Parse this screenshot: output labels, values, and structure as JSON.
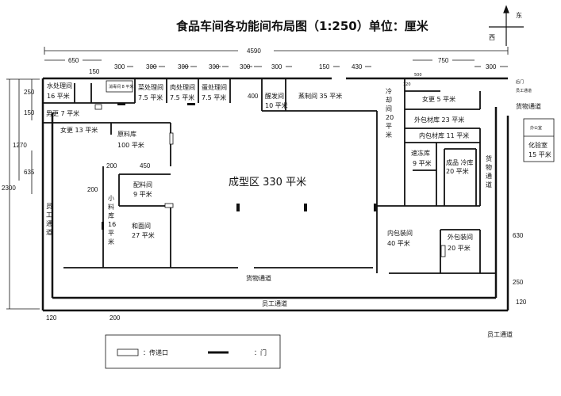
{
  "title": "食品车间各功能间布局图（1:250）单位：厘米",
  "compass": {
    "east": "东",
    "west": "西"
  },
  "dimensions": {
    "total_width": "4590",
    "top_650": "650",
    "top_150a": "150",
    "top_300a": "300",
    "top_300b": "300",
    "top_300c": "300",
    "top_300d": "300",
    "top_300e": "300",
    "top_150b": "150",
    "top_430": "430",
    "top_750": "750",
    "top_300f": "300",
    "mid_400": "400",
    "left_250": "250",
    "left_150": "150",
    "left_1270": "1270",
    "left_635": "635",
    "left_2300": "2300",
    "inner_200a": "200",
    "inner_450": "450",
    "inner_200b": "200",
    "bottom_120a": "120",
    "bottom_200": "200",
    "bottom_120b": "120",
    "right_630": "630",
    "right_250": "250",
    "r120": "120",
    "r500": "500"
  },
  "rooms": {
    "water": "水处理间",
    "water_area": "16 平米",
    "pass_room": "消毒间 8 平米",
    "veg": "菜处理间",
    "veg_area": "7.5 平米",
    "meat": "肉处理间",
    "meat_area": "7.5 平米",
    "eggs": "蛋处理间",
    "eggs_area": "7.5 平米",
    "fermentation": "醒发间",
    "fermentation_area": "10 平米",
    "steaming": "蒸制间 35 平米",
    "cooling": "冷却间20平米",
    "men_change": "男更 7 平米",
    "women_change": "女更 13 平米",
    "raw": "原料库",
    "raw_area": "100 平米",
    "ingredient": "配料间",
    "ingredient_area": "9 平米",
    "small_store": "小料库16平米",
    "dough": "和面间",
    "dough_area": "27 平米",
    "forming": "成型区 330 平米",
    "outer_pack_store": "外包材库 23 平米",
    "inner_pack_store": "内包材库 11 平米",
    "quick_freeze": "速冻库",
    "quick_freeze_area": "9 平米",
    "finished_cold": "成品 冷库 20 平米",
    "inner_pack": "内包装间",
    "inner_pack_area": "40 平米",
    "outer_pack": "外包装间",
    "outer_pack_area": "20 平米",
    "office": "办公室",
    "lab": "化验室",
    "lab_area": "15 平米",
    "staff_change": "女更 5 平米"
  },
  "corridors": {
    "staff_left": "员工通道",
    "cargo_bottom": "货物通道",
    "staff_bottom": "员工通道",
    "staff_exit": "员工通道",
    "cargo_right": "货物通道",
    "cargo_side": "货物通道",
    "back_door": "后门",
    "staff_top": "员工通道"
  },
  "legend": {
    "pass_window": "：传递口",
    "door": "：门"
  }
}
